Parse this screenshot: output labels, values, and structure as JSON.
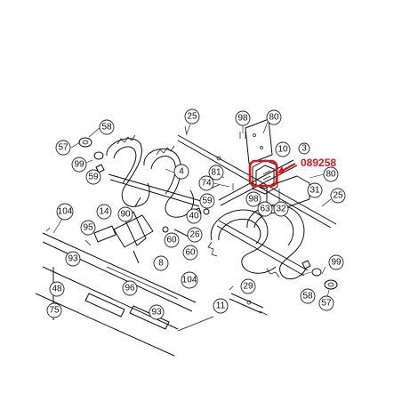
{
  "diagram": {
    "highlight": {
      "part_number": "089258",
      "color": "#e0151b"
    },
    "callouts": [
      "25",
      "98",
      "80",
      "58",
      "57",
      "99",
      "59",
      "3",
      "10",
      "4",
      "81",
      "74",
      "59",
      "98",
      "80",
      "63",
      "32",
      "31",
      "25",
      "14",
      "90",
      "104",
      "95",
      "40",
      "60",
      "26",
      "60",
      "8",
      "93",
      "104",
      "96",
      "29",
      "48",
      "11",
      "93",
      "75",
      "99",
      "58",
      "57"
    ]
  }
}
